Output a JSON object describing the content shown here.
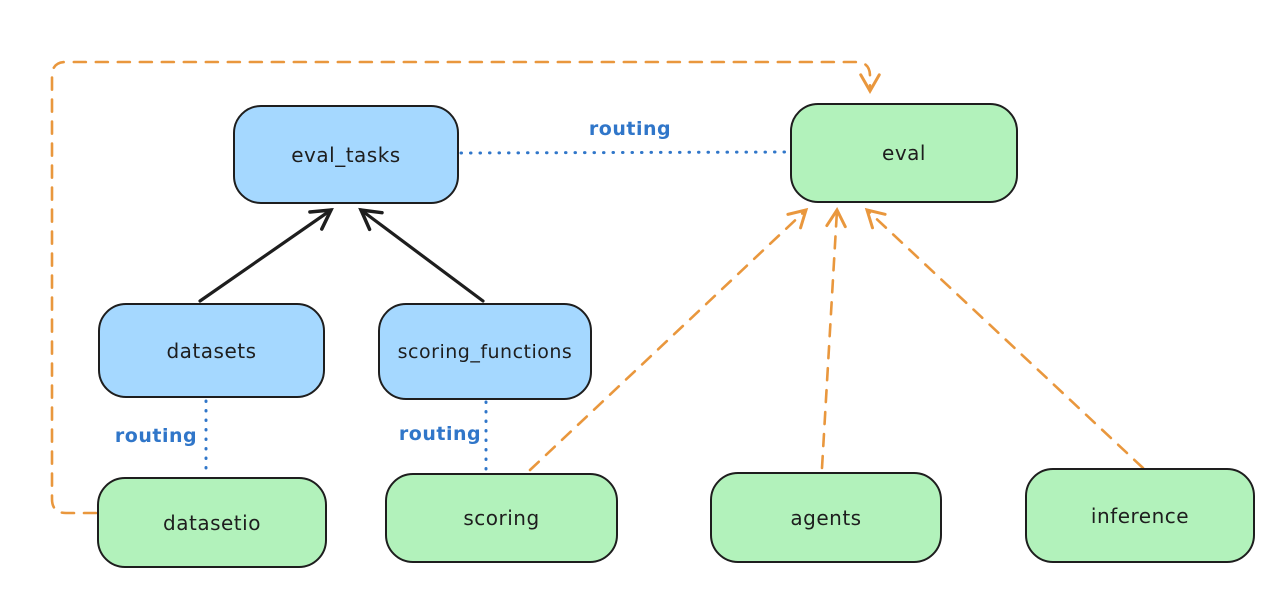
{
  "diagram": {
    "nodes": {
      "eval_tasks": {
        "label": "eval_tasks",
        "fill": "#a5d8ff"
      },
      "eval": {
        "label": "eval",
        "fill": "#b2f2bb"
      },
      "datasets": {
        "label": "datasets",
        "fill": "#a5d8ff"
      },
      "scoring_functions": {
        "label": "scoring_functions",
        "fill": "#a5d8ff"
      },
      "datasetio": {
        "label": "datasetio",
        "fill": "#b2f2bb"
      },
      "scoring": {
        "label": "scoring",
        "fill": "#b2f2bb"
      },
      "agents": {
        "label": "agents",
        "fill": "#b2f2bb"
      },
      "inference": {
        "label": "inference",
        "fill": "#b2f2bb"
      }
    },
    "edge_labels": {
      "routing_eval_tasks_to_eval": "routing",
      "routing_datasets_to_datasetio": "routing",
      "routing_scoring_functions_to_scoring": "routing"
    },
    "colors": {
      "background": "#ffffff",
      "node_border": "#1e1e1e",
      "blue_node_fill": "#a5d8ff",
      "green_node_fill": "#b2f2bb",
      "routing_line_blue": "#3076c9",
      "dashed_arrow_orange": "#e9973d",
      "solid_arrow_black": "#1e1e1e"
    }
  }
}
